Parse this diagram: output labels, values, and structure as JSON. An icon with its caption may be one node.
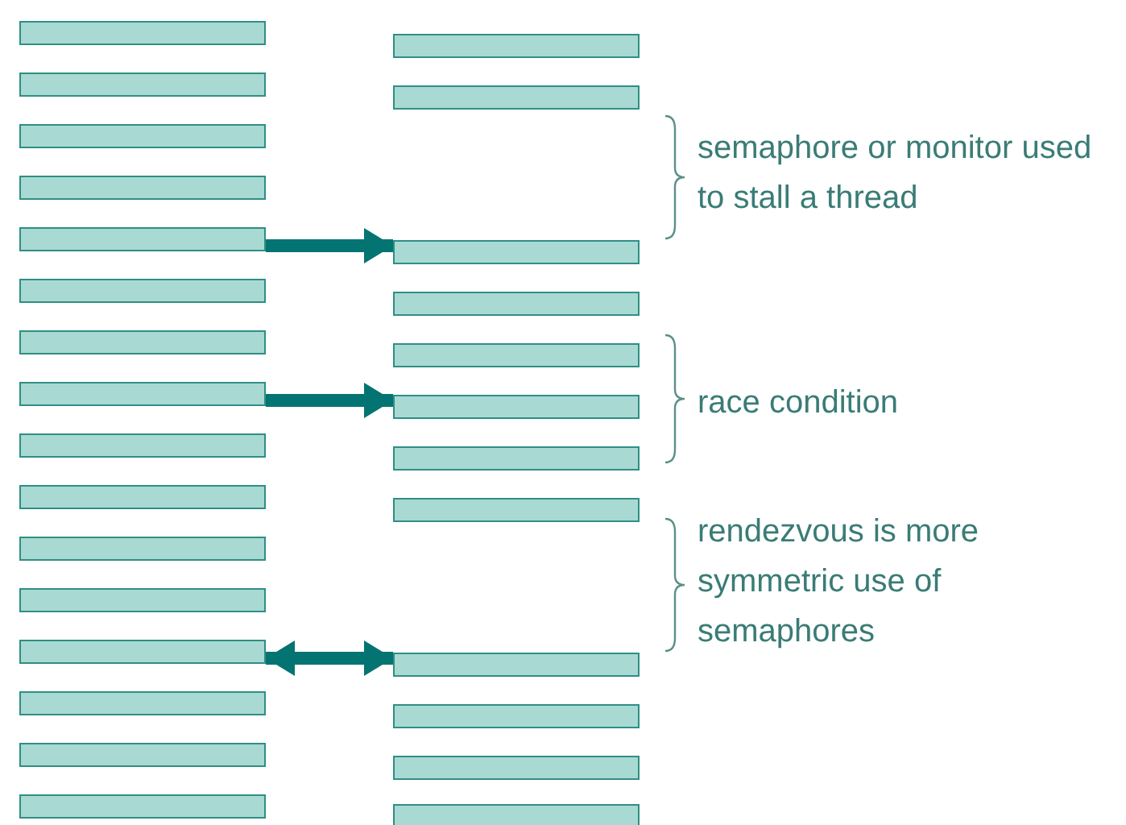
{
  "diagram": {
    "nodes": [
      {
        "text": [],
        "shape": "bar"
      },
      {
        "text": [],
        "shape": "bar"
      },
      {
        "text": [],
        "shape": "bar"
      },
      {
        "text": [],
        "shape": "bar"
      },
      {
        "text": [],
        "shape": "bar"
      },
      {
        "text": [],
        "shape": "bar"
      },
      {
        "text": [],
        "shape": "bar"
      },
      {
        "text": [],
        "shape": "bar"
      },
      {
        "text": [],
        "shape": "bar"
      },
      {
        "text": [],
        "shape": "bar"
      },
      {
        "text": [],
        "shape": "bar"
      },
      {
        "text": [],
        "shape": "bar"
      },
      {
        "text": [],
        "shape": "bar"
      },
      {
        "text": [],
        "shape": "bar"
      },
      {
        "text": [],
        "shape": "bar"
      },
      {
        "text": [],
        "shape": "bar"
      },
      {
        "text": [],
        "shape": "bar"
      },
      {
        "text": [],
        "shape": "bar"
      },
      {
        "text": [],
        "shape": "bar"
      },
      {
        "text": [],
        "shape": "bar"
      },
      {
        "text": [],
        "shape": "bar"
      },
      {
        "text": [],
        "shape": "bar"
      },
      {
        "text": [],
        "shape": "bar"
      },
      {
        "text": [],
        "shape": "bar"
      },
      {
        "text": [],
        "shape": "bar"
      },
      {
        "text": [],
        "shape": "bar"
      },
      {
        "text": [],
        "shape": "bar"
      },
      {
        "text": [],
        "shape": "bar"
      }
    ],
    "edges": [
      {
        "from": 4,
        "to": 18,
        "arrow": "to"
      },
      {
        "from": 7,
        "to": 21,
        "arrow": "to"
      },
      {
        "from": 12,
        "to": 24,
        "arrow": "both"
      }
    ],
    "labels": [
      "semaphore or monitor used to stall a thread",
      "race condition",
      "rendezvous is more symmetric use of semaphores"
    ]
  }
}
